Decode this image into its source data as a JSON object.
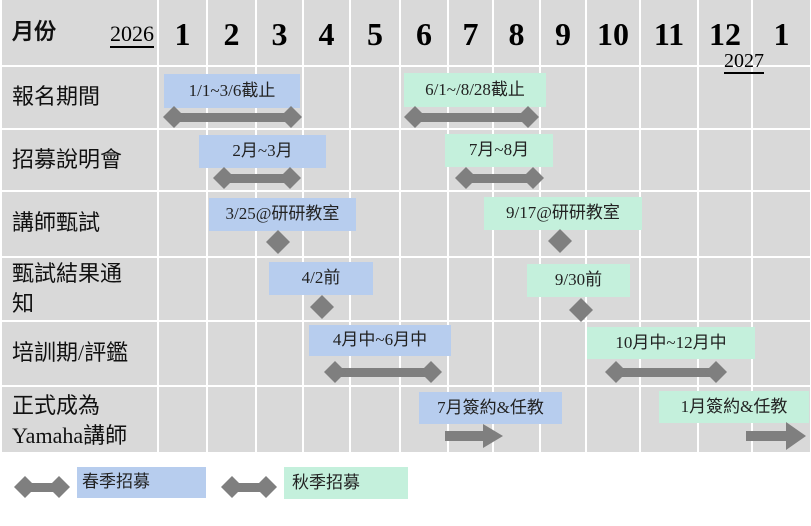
{
  "header": {
    "label": "月份",
    "year_start": "2026",
    "year_end": "2027",
    "months": [
      "1",
      "2",
      "3",
      "4",
      "5",
      "6",
      "7",
      "8",
      "9",
      "10",
      "11",
      "12",
      "1"
    ]
  },
  "rows": [
    {
      "label": "報名期間",
      "spring": "1/1~3/6截止",
      "autumn": "6/1~/8/28截止"
    },
    {
      "label": "招募說明會",
      "spring": "2月~3月",
      "autumn": "7月~8月"
    },
    {
      "label": "講師甄試",
      "spring": "3/25@研研教室",
      "autumn": "9/17@研研教室"
    },
    {
      "label_lines": [
        "甄試結果通",
        "知"
      ],
      "spring": "4/2前",
      "autumn": "9/30前"
    },
    {
      "label": "培訓期/評鑑",
      "spring": "4月中~6月中",
      "autumn": "10月中~12月中"
    },
    {
      "label_lines": [
        "正式成為",
        "Yamaha講師"
      ],
      "spring": "7月簽約&任教",
      "autumn": "1月簽約&任教"
    }
  ],
  "legend": {
    "spring": "春季招募",
    "autumn": "秋季招募"
  },
  "colors": {
    "spring": "#b7cdee",
    "autumn": "#c4f0dc",
    "marker": "#7f7f7f",
    "grid": "#d9d9d9"
  }
}
